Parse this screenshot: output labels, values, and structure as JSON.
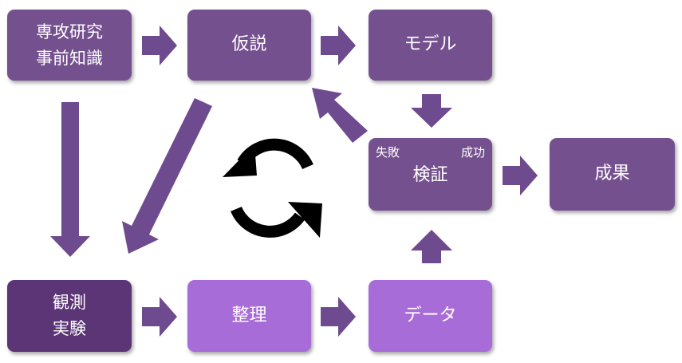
{
  "colors": {
    "mid": "#75508f",
    "dark": "#5b3575",
    "light": "#a86cd8",
    "arrow": "#6e4a8e",
    "cycle": "#000000"
  },
  "nodes": {
    "senkou": {
      "line1": "専攻研究",
      "line2": "事前知識"
    },
    "kasetsu": "仮説",
    "model": "モデル",
    "kensho": {
      "label": "検証",
      "left_tag": "失敗",
      "right_tag": "成功"
    },
    "seika": "成果",
    "kansoku": {
      "line1": "観測",
      "line2": "実験"
    },
    "seiri": "整理",
    "data": "データ"
  },
  "icons": {
    "cycle": "refresh-cycle-icon"
  }
}
